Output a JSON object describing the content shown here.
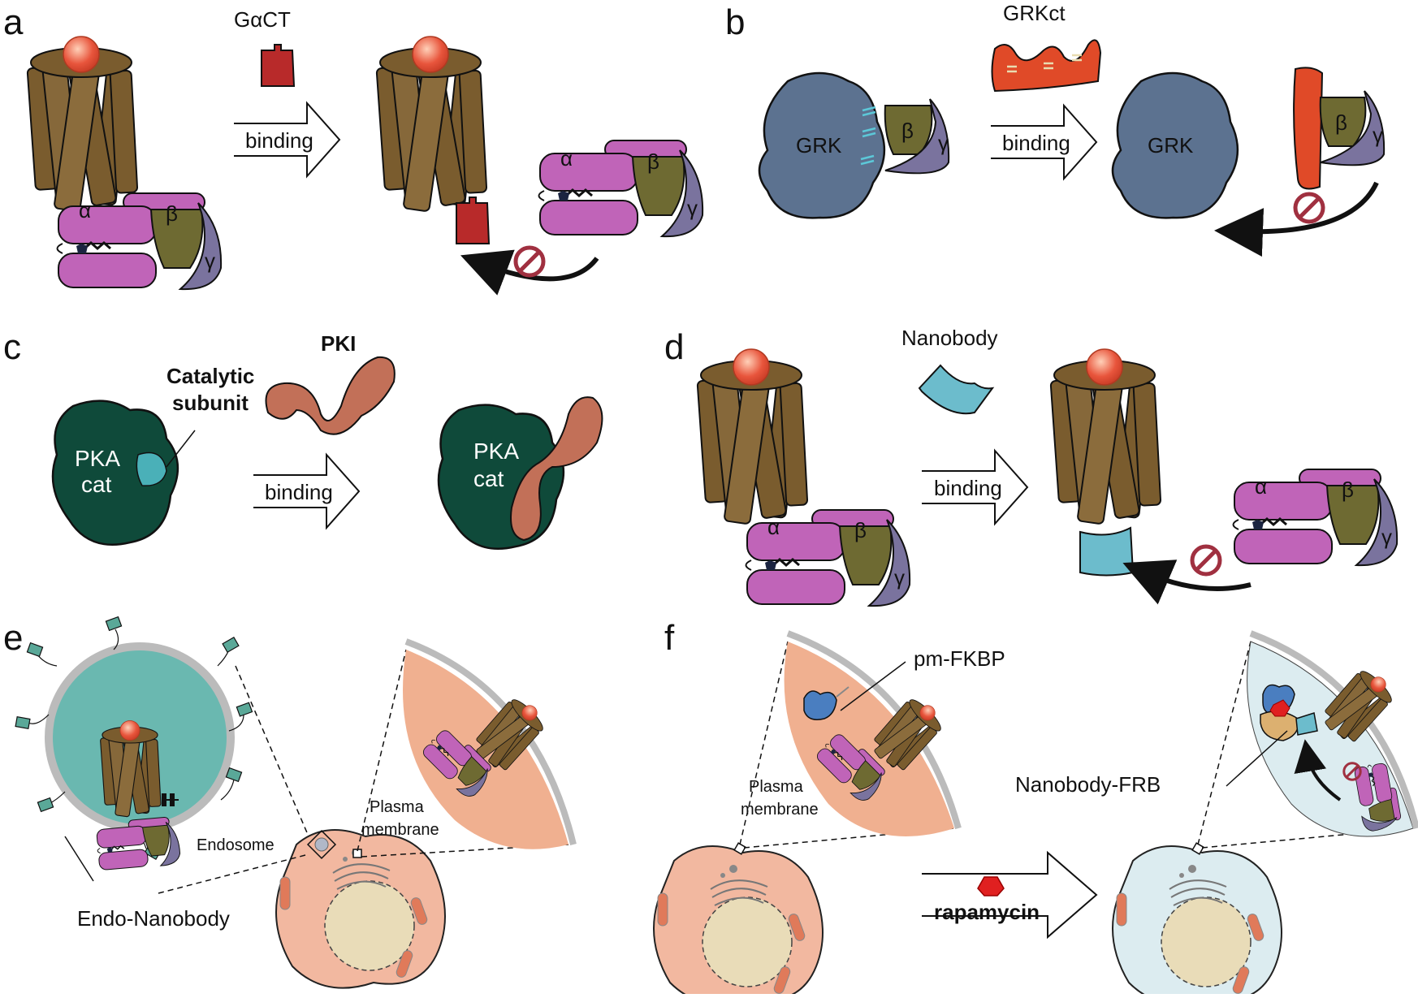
{
  "panels": {
    "a": {
      "label": "a",
      "peptide": "GαCT",
      "arrow": "binding"
    },
    "b": {
      "label": "b",
      "peptide": "GRKct",
      "arrow": "binding",
      "kinase": "GRK"
    },
    "c": {
      "label": "c",
      "peptide": "PKI",
      "arrow": "binding",
      "catalytic_line1": "Catalytic",
      "catalytic_line2": "subunit",
      "pka_line1": "PKA",
      "pka_line2": "cat"
    },
    "d": {
      "label": "d",
      "peptide": "Nanobody",
      "arrow": "binding"
    },
    "e": {
      "label": "e",
      "endosome": "Endosome",
      "pm_line1": "Plasma",
      "pm_line2": "membrane",
      "endo_nanobody": "Endo-Nanobody"
    },
    "f": {
      "label": "f",
      "pm_fkbp": "pm-FKBP",
      "pm_line1": "Plasma",
      "pm_line2": "membrane",
      "nanobody_frb": "Nanobody-FRB",
      "drug": "rapamycin"
    }
  },
  "subunits": {
    "alpha": "α",
    "beta": "β",
    "gamma": "γ"
  },
  "colors": {
    "receptor": "#7a5c2e",
    "ligand": "#e8553c",
    "g_alpha": "#c064b8",
    "g_beta": "#6e6a32",
    "g_gamma": "#7a739e",
    "gact": "#b82a2a",
    "grk": "#5c7290",
    "grkct": "#e04a28",
    "pka": "#0f4a3a",
    "pki": "#c27058",
    "nanobody": "#6cbccc",
    "endosome": "#6ab8b0",
    "cell": "#f2b8a0",
    "nucleus": "#e9dcb8",
    "cell_blue": "#dcecf0",
    "inhibit": "#a03040"
  }
}
